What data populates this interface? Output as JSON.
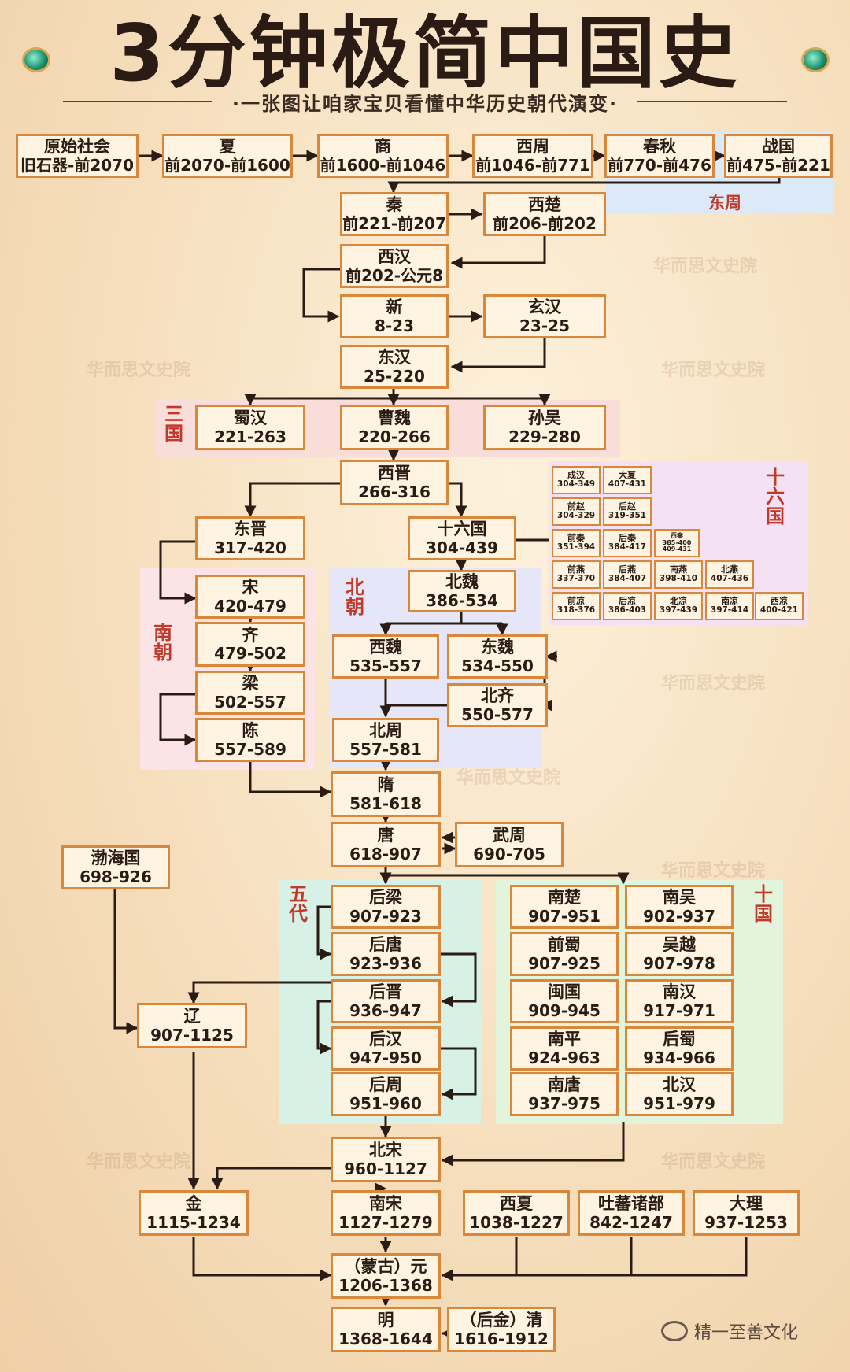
{
  "header": {
    "title": "3分钟极简中国史",
    "subtitle": "·一张图让咱家宝贝看懂中华历史朝代演变·"
  },
  "brand": {
    "text": "精一至善文化"
  },
  "watermark": "华而思文史院",
  "labels": {
    "dongzhou": "东周",
    "sanguo": "三国",
    "nanchao": "南朝",
    "beichao": "北朝",
    "shiliuguo": "十六国",
    "wudai": "五代",
    "shiguo": "十国"
  },
  "dynasties": [
    {
      "id": "yuanshi",
      "name": "原始社会",
      "years": "旧石器-前2070"
    },
    {
      "id": "xia",
      "name": "夏",
      "years": "前2070-前1600"
    },
    {
      "id": "shang",
      "name": "商",
      "years": "前1600-前1046"
    },
    {
      "id": "xizhou",
      "name": "西周",
      "years": "前1046-前771"
    },
    {
      "id": "chunqiu",
      "name": "春秋",
      "years": "前770-前476"
    },
    {
      "id": "zhanguo",
      "name": "战国",
      "years": "前475-前221"
    },
    {
      "id": "qin",
      "name": "秦",
      "years": "前221-前207"
    },
    {
      "id": "xichu",
      "name": "西楚",
      "years": "前206-前202"
    },
    {
      "id": "xihan",
      "name": "西汉",
      "years": "前202-公元8"
    },
    {
      "id": "xin",
      "name": "新",
      "years": "8-23"
    },
    {
      "id": "xuanhan",
      "name": "玄汉",
      "years": "23-25"
    },
    {
      "id": "donghan",
      "name": "东汉",
      "years": "25-220"
    },
    {
      "id": "shuhan",
      "name": "蜀汉",
      "years": "221-263"
    },
    {
      "id": "caowei",
      "name": "曹魏",
      "years": "220-266"
    },
    {
      "id": "sunwu",
      "name": "孙吴",
      "years": "229-280"
    },
    {
      "id": "xijin",
      "name": "西晋",
      "years": "266-316"
    },
    {
      "id": "dongjin",
      "name": "东晋",
      "years": "317-420"
    },
    {
      "id": "sixteen",
      "name": "十六国",
      "years": "304-439"
    },
    {
      "id": "song_s",
      "name": "宋",
      "years": "420-479"
    },
    {
      "id": "qi",
      "name": "齐",
      "years": "479-502"
    },
    {
      "id": "liang",
      "name": "梁",
      "years": "502-557"
    },
    {
      "id": "chen",
      "name": "陈",
      "years": "557-589"
    },
    {
      "id": "beiwei",
      "name": "北魏",
      "years": "386-534"
    },
    {
      "id": "xiwei",
      "name": "西魏",
      "years": "535-557"
    },
    {
      "id": "dongwei",
      "name": "东魏",
      "years": "534-550"
    },
    {
      "id": "beiqi",
      "name": "北齐",
      "years": "550-577"
    },
    {
      "id": "beizhou",
      "name": "北周",
      "years": "557-581"
    },
    {
      "id": "sui",
      "name": "隋",
      "years": "581-618"
    },
    {
      "id": "tang",
      "name": "唐",
      "years": "618-907"
    },
    {
      "id": "wuzhou",
      "name": "武周",
      "years": "690-705"
    },
    {
      "id": "bohai",
      "name": "渤海国",
      "years": "698-926"
    },
    {
      "id": "houliang",
      "name": "后梁",
      "years": "907-923"
    },
    {
      "id": "houtang",
      "name": "后唐",
      "years": "923-936"
    },
    {
      "id": "houjin",
      "name": "后晋",
      "years": "936-947"
    },
    {
      "id": "houhan",
      "name": "后汉",
      "years": "947-950"
    },
    {
      "id": "houzhou",
      "name": "后周",
      "years": "951-960"
    },
    {
      "id": "liao",
      "name": "辽",
      "years": "907-1125"
    },
    {
      "id": "nanchu",
      "name": "南楚",
      "years": "907-951"
    },
    {
      "id": "nanwu",
      "name": "南吴",
      "years": "902-937"
    },
    {
      "id": "qianshu",
      "name": "前蜀",
      "years": "907-925"
    },
    {
      "id": "wuyue",
      "name": "吴越",
      "years": "907-978"
    },
    {
      "id": "minguo",
      "name": "闽国",
      "years": "909-945"
    },
    {
      "id": "nanhan",
      "name": "南汉",
      "years": "917-971"
    },
    {
      "id": "nanping",
      "name": "南平",
      "years": "924-963"
    },
    {
      "id": "houshu",
      "name": "后蜀",
      "years": "934-966"
    },
    {
      "id": "nantang",
      "name": "南唐",
      "years": "937-975"
    },
    {
      "id": "beihan",
      "name": "北汉",
      "years": "951-979"
    },
    {
      "id": "beisong",
      "name": "北宋",
      "years": "960-1127"
    },
    {
      "id": "jin",
      "name": "金",
      "years": "1115-1234"
    },
    {
      "id": "nansong",
      "name": "南宋",
      "years": "1127-1279"
    },
    {
      "id": "xixia",
      "name": "西夏",
      "years": "1038-1227"
    },
    {
      "id": "tubo",
      "name": "吐蕃诸部",
      "years": "842-1247"
    },
    {
      "id": "dali",
      "name": "大理",
      "years": "937-1253"
    },
    {
      "id": "yuan",
      "name": "（蒙古）元",
      "years": "1206-1368"
    },
    {
      "id": "ming",
      "name": "明",
      "years": "1368-1644"
    },
    {
      "id": "qing",
      "name": "（后金）清",
      "years": "1616-1912"
    },
    {
      "id": "chenghan",
      "name": "成汉",
      "years": "304-349"
    },
    {
      "id": "daxia",
      "name": "大夏",
      "years": "407-431"
    },
    {
      "id": "qianzhao",
      "name": "前赵",
      "years": "304-329"
    },
    {
      "id": "houzhao",
      "name": "后赵",
      "years": "319-351"
    },
    {
      "id": "qianqin",
      "name": "前秦",
      "years": "351-394"
    },
    {
      "id": "houqin",
      "name": "后秦",
      "years": "384-417"
    },
    {
      "id": "xiqin",
      "name": "西秦",
      "years": "385-400 409-431"
    },
    {
      "id": "qianyan",
      "name": "前燕",
      "years": "337-370"
    },
    {
      "id": "houyan",
      "name": "后燕",
      "years": "384-407"
    },
    {
      "id": "nanyan",
      "name": "南燕",
      "years": "398-410"
    },
    {
      "id": "beiyan",
      "name": "北燕",
      "years": "407-436"
    },
    {
      "id": "qianliang",
      "name": "前凉",
      "years": "318-376"
    },
    {
      "id": "houliang16",
      "name": "后凉",
      "years": "386-403"
    },
    {
      "id": "beiliang",
      "name": "北凉",
      "years": "397-439"
    },
    {
      "id": "nanliang",
      "name": "南凉",
      "years": "397-414"
    },
    {
      "id": "xiliang",
      "name": "西凉",
      "years": "400-421"
    }
  ]
}
